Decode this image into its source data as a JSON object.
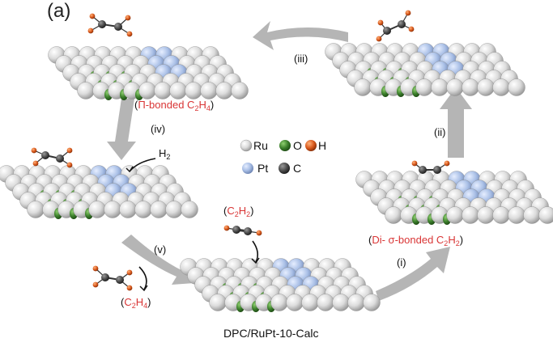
{
  "panel_label": "(a)",
  "steps": {
    "i": "(i)",
    "ii": "(ii)",
    "iii": "(iii)",
    "iv": "(iv)",
    "v": "(v)"
  },
  "legend": {
    "ru": "Ru",
    "o": "O",
    "h": "H",
    "pt": "Pt",
    "c": "C",
    "colors": {
      "ru": "#d9d9d9",
      "o": "#3a7d2a",
      "h": "#d8581c",
      "pt": "#a9bfe6",
      "c": "#4a4a4a"
    }
  },
  "labels": {
    "pi_bonded": {
      "open": "(",
      "name": "Π-bonded C",
      "sub1": "2",
      "mid": "H",
      "sub2": "4",
      "close": ")"
    },
    "di_sigma": {
      "open": "(",
      "name": "Di- σ-bonded C",
      "sub1": "2",
      "mid": "H",
      "sub2": "2",
      "close": ")"
    },
    "h2": {
      "name": "H",
      "sub": "2"
    },
    "c2h2_in": {
      "open": "(",
      "a": "C",
      "sub1": "2",
      "b": "H",
      "sub2": "2",
      "close": ")"
    },
    "c2h4_out": {
      "open": "(",
      "a": "C",
      "sub1": "2",
      "b": "H",
      "sub2": "4",
      "close": ")"
    }
  },
  "caption": "DPC/RuPt-10-Calc",
  "arrow_color": "#b5b5b5"
}
